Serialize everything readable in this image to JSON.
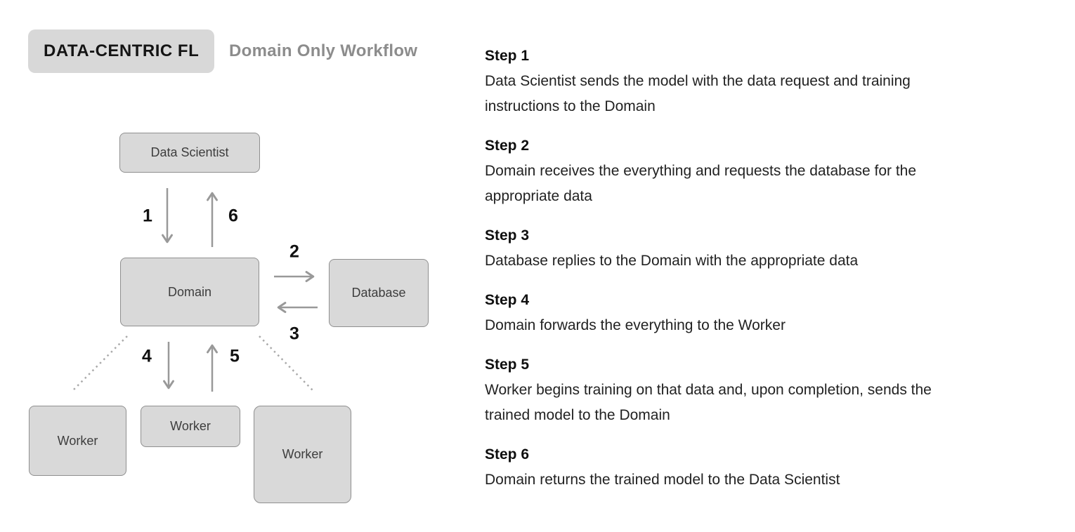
{
  "header": {
    "badge": "DATA-CENTRIC FL",
    "subtitle": "Domain Only Workflow"
  },
  "diagram": {
    "nodes": {
      "data_scientist": {
        "label": "Data Scientist"
      },
      "domain": {
        "label": "Domain"
      },
      "database": {
        "label": "Database"
      },
      "worker_left": {
        "label": "Worker"
      },
      "worker_middle": {
        "label": "Worker"
      },
      "worker_right": {
        "label": "Worker"
      }
    },
    "arrow_labels": {
      "a1": "1",
      "a2": "2",
      "a3": "3",
      "a4": "4",
      "a5": "5",
      "a6": "6"
    },
    "colors": {
      "box_fill": "#d9d9d9",
      "box_border": "#8f8f8f",
      "arrow": "#999999",
      "dotted_line": "#aaaaaa",
      "number_label": "#111111",
      "badge_bg": "#d8d8d8",
      "subtitle_text": "#8c8c8c"
    }
  },
  "steps": [
    {
      "title": "Step 1",
      "body": "Data Scientist sends the model with the data request and training\ninstructions to the Domain"
    },
    {
      "title": "Step 2",
      "body": "Domain receives the everything and requests the database for the\nappropriate data"
    },
    {
      "title": "Step 3",
      "body": "Database replies to the Domain with the appropriate data"
    },
    {
      "title": "Step 4",
      "body": "Domain forwards the everything to the Worker"
    },
    {
      "title": "Step 5",
      "body": "Worker begins training on that data and, upon completion, sends the\ntrained model to the Domain"
    },
    {
      "title": "Step 6",
      "body": "Domain returns the trained model to the Data Scientist"
    }
  ]
}
